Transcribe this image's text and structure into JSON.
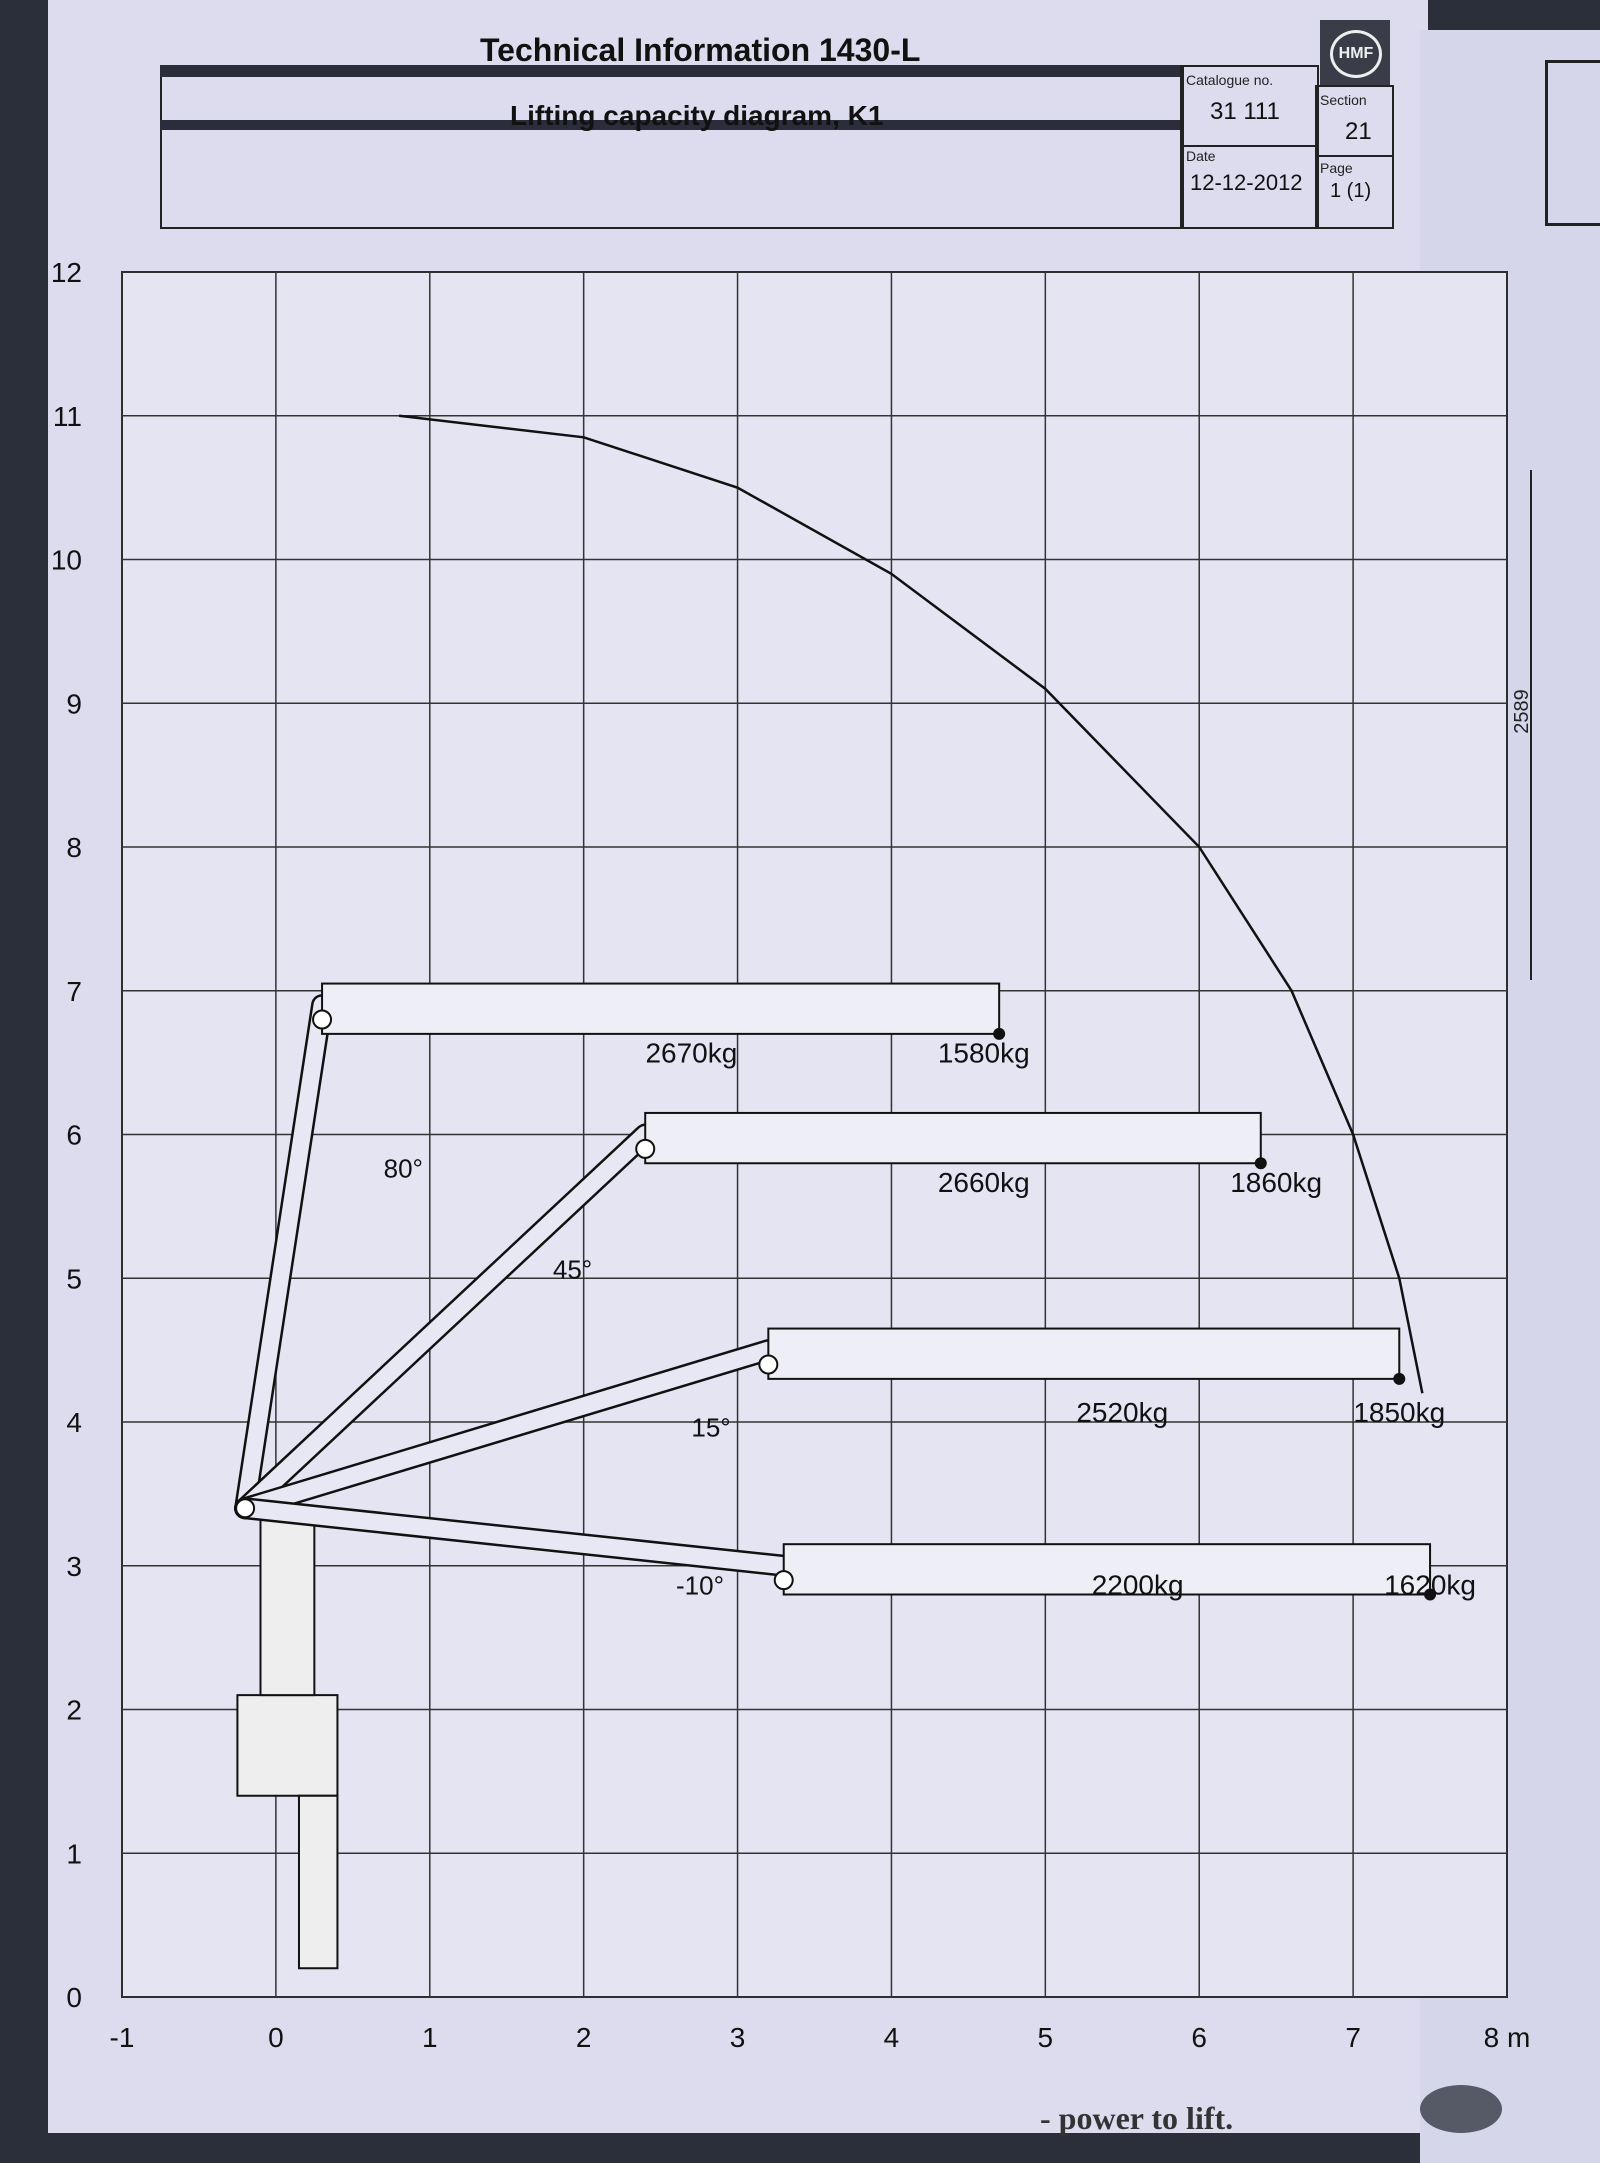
{
  "header": {
    "title": "Technical Information  1430-L",
    "subtitle": "Lifting capacity diagram, K1",
    "catalogue_label": "Catalogue no.",
    "catalogue_value": "31 111",
    "section_label": "Section",
    "section_value": "21",
    "date_label": "Date",
    "date_value": "12-12-2012",
    "page_label": "Page",
    "page_value": "1 (1)",
    "logo": "HMF"
  },
  "side_dimension": "2589",
  "footer": "- power to lift.",
  "chart_data": {
    "type": "line",
    "title": "Lifting capacity diagram, K1",
    "xlabel": "m",
    "ylabel": "",
    "xlim": [
      -1,
      8
    ],
    "ylim": [
      0,
      12
    ],
    "grid": true,
    "x_ticks": [
      "-1",
      "0",
      "1",
      "2",
      "3",
      "4",
      "5",
      "6",
      "7",
      "8 m"
    ],
    "y_ticks": [
      "0",
      "1",
      "2",
      "3",
      "4",
      "5",
      "6",
      "7",
      "8",
      "9",
      "10",
      "11",
      "12"
    ],
    "envelope": {
      "name": "max reach",
      "x": [
        0.8,
        2.0,
        3.0,
        4.0,
        5.0,
        6.0,
        6.6,
        7.0,
        7.3,
        7.45
      ],
      "y": [
        11.0,
        10.85,
        10.5,
        9.9,
        9.1,
        8.0,
        7.0,
        6.0,
        5.0,
        4.2
      ]
    },
    "boom_positions": [
      {
        "angle": "80°",
        "angle_x": 0.7,
        "angle_y": 5.7,
        "knuckle": [
          0.3,
          6.9
        ],
        "tip": [
          4.7,
          6.9
        ],
        "loads": [
          {
            "label": "2670kg",
            "x": 2.7,
            "y": 6.5
          },
          {
            "label": "1580kg",
            "x": 4.6,
            "y": 6.5
          }
        ]
      },
      {
        "angle": "45°",
        "angle_x": 1.8,
        "angle_y": 5.0,
        "knuckle": [
          2.4,
          6.0
        ],
        "tip": [
          6.4,
          6.0
        ],
        "loads": [
          {
            "label": "2660kg",
            "x": 4.6,
            "y": 5.6
          },
          {
            "label": "1860kg",
            "x": 6.5,
            "y": 5.6
          }
        ]
      },
      {
        "angle": "15°",
        "angle_x": 2.7,
        "angle_y": 3.9,
        "knuckle": [
          3.2,
          4.5
        ],
        "tip": [
          7.3,
          4.5
        ],
        "loads": [
          {
            "label": "2520kg",
            "x": 5.5,
            "y": 4.0
          },
          {
            "label": "1850kg",
            "x": 7.3,
            "y": 4.0
          }
        ]
      },
      {
        "angle": "-10°",
        "angle_x": 2.6,
        "angle_y": 2.8,
        "knuckle": [
          3.3,
          3.0
        ],
        "tip": [
          7.5,
          3.0
        ],
        "loads": [
          {
            "label": "2200kg",
            "x": 5.6,
            "y": 2.8
          },
          {
            "label": "1620kg",
            "x": 7.5,
            "y": 2.8
          }
        ]
      }
    ]
  }
}
